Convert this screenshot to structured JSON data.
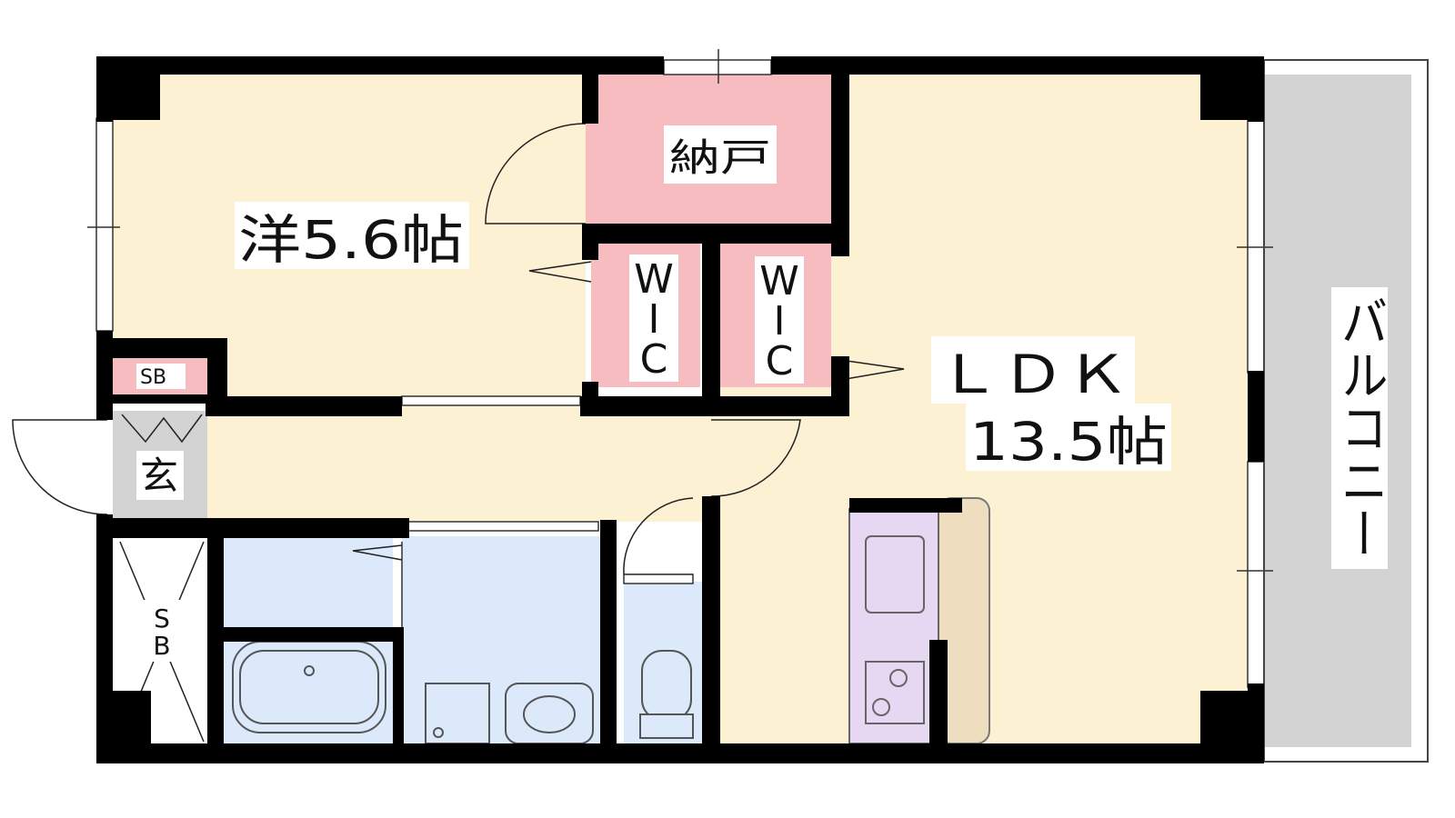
{
  "rooms": {
    "western": "洋5.6帖",
    "storage": "納戸",
    "wic": "WIC",
    "ldk_name": "ＬＤＫ",
    "ldk_size": "13.5帖",
    "entrance": "玄",
    "shoe_box": "SB",
    "balcony": "バルコニー"
  },
  "colors": {
    "living": "#fdf1d3",
    "closet": "#f7bcc0",
    "wet": "#dbe9fb",
    "entrance": "#d3d3d3",
    "balcony": "#d3d3d3",
    "kitchen": "#e6d8f2",
    "counter": "#eeddbf",
    "wall": "#000000"
  }
}
